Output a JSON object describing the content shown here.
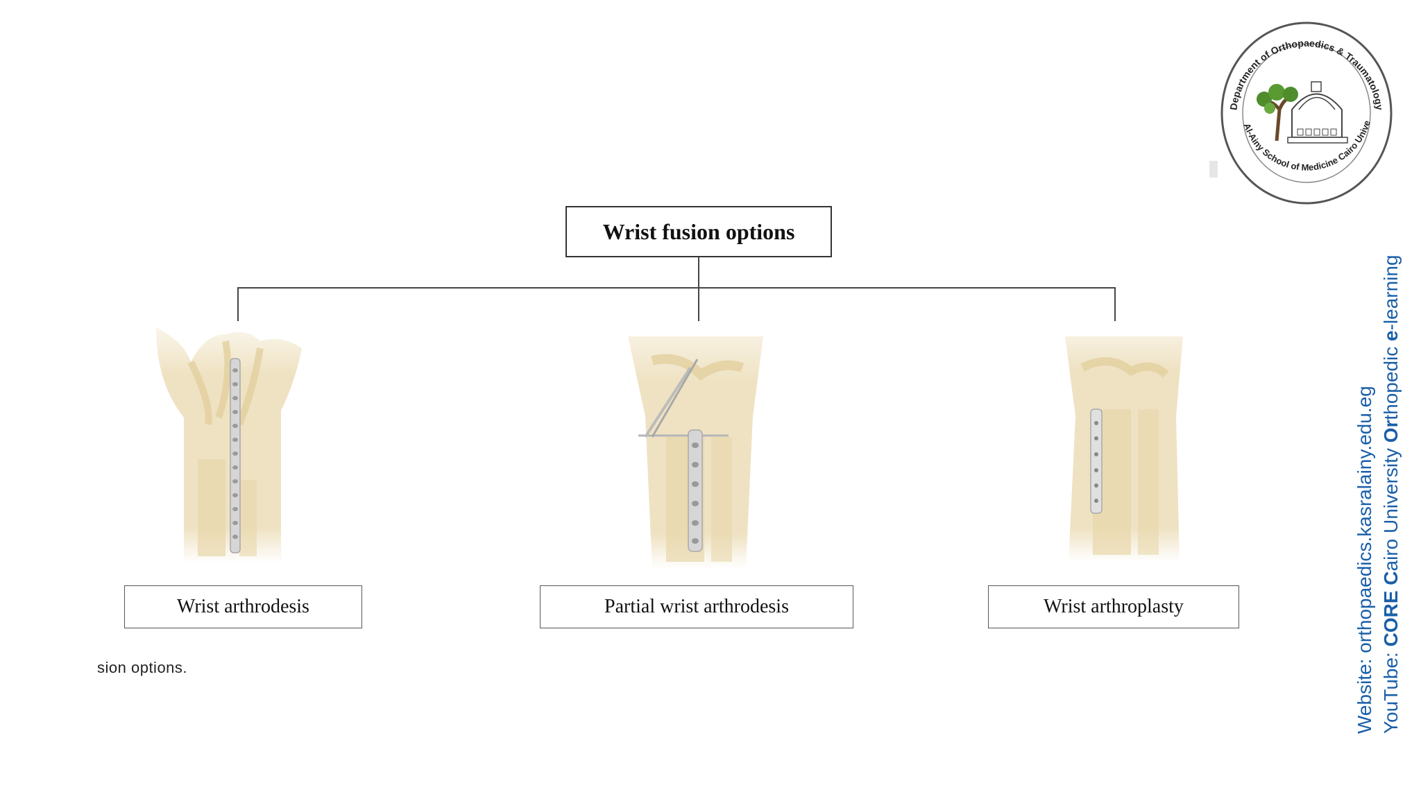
{
  "diagram": {
    "root_label": "Wrist fusion options",
    "children": [
      {
        "label": "Wrist arthrodesis"
      },
      {
        "label": "Partial wrist arthrodesis"
      },
      {
        "label": "Wrist arthroplasty"
      }
    ],
    "caption_fragment": "sion options."
  },
  "side_banner": {
    "website_prefix": "Website: ",
    "website": "orthopaedics.kasralainy.edu.eg",
    "youtube_prefix": "YouTube: ",
    "yt_c1": "CORE",
    "yt_t1": " ",
    "yt_c2": "C",
    "yt_t2": "airo University ",
    "yt_c3": "Or",
    "yt_t3": "thopedic ",
    "yt_c4": "e",
    "yt_t4": "-learning",
    "color": "#1a5fa8"
  },
  "logo": {
    "top_text": "Department of Orthopaedics & Traumatology",
    "bottom_text": "Kasr Al-Ainy School of Medicine Cairo University"
  }
}
